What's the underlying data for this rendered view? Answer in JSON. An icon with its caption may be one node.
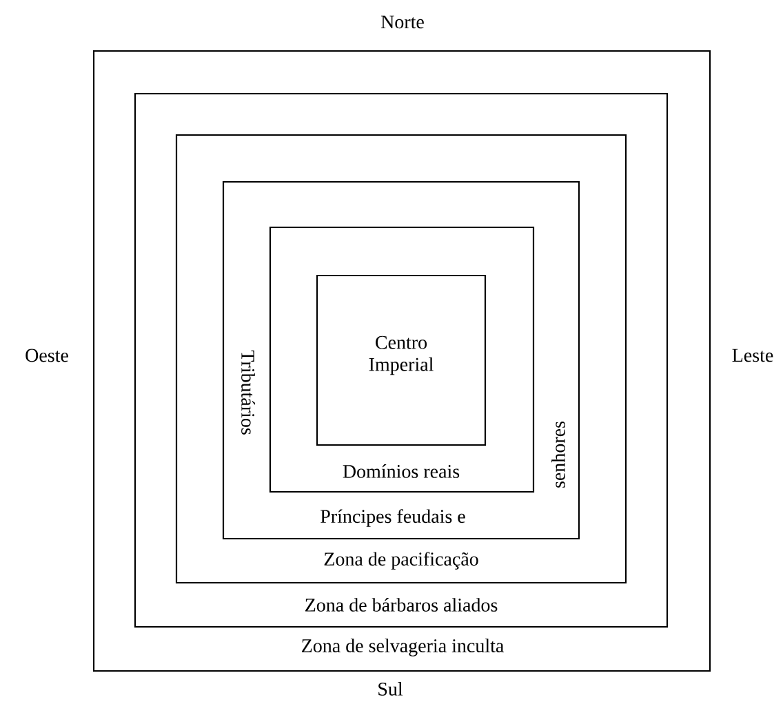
{
  "diagram": {
    "nodes": [
      {
        "text": [
          "Zona de selvageria inculta"
        ]
      },
      {
        "text": [
          "Zona de bárbaros aliados"
        ],
        "in": 0
      },
      {
        "text": [
          "Zona de pacificação"
        ],
        "in": 1
      },
      {
        "text": [
          "Tributários",
          "Príncipes feudais e",
          "senhores"
        ],
        "in": 2
      },
      {
        "text": [
          "Domínios reais"
        ],
        "in": 3
      },
      {
        "text": [
          "Centro Imperial"
        ],
        "in": 4
      }
    ],
    "labels": [
      "Norte",
      "Oeste",
      "Leste",
      "Sul"
    ]
  }
}
